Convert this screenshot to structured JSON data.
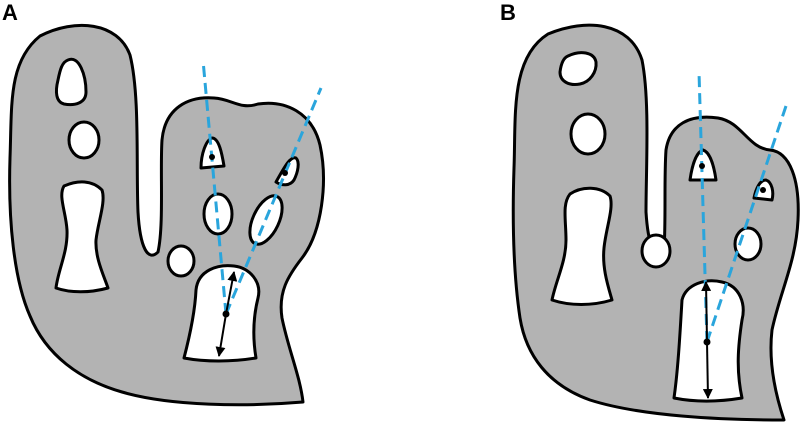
{
  "figure": {
    "panels": [
      {
        "id": "A",
        "label": "A"
      },
      {
        "id": "B",
        "label": "B"
      }
    ]
  },
  "colors": {
    "tissue": "#b3b3b3",
    "outline": "#000000",
    "cavity": "#ffffff",
    "axis": "#2aa5dc",
    "arrow": "#000000"
  }
}
